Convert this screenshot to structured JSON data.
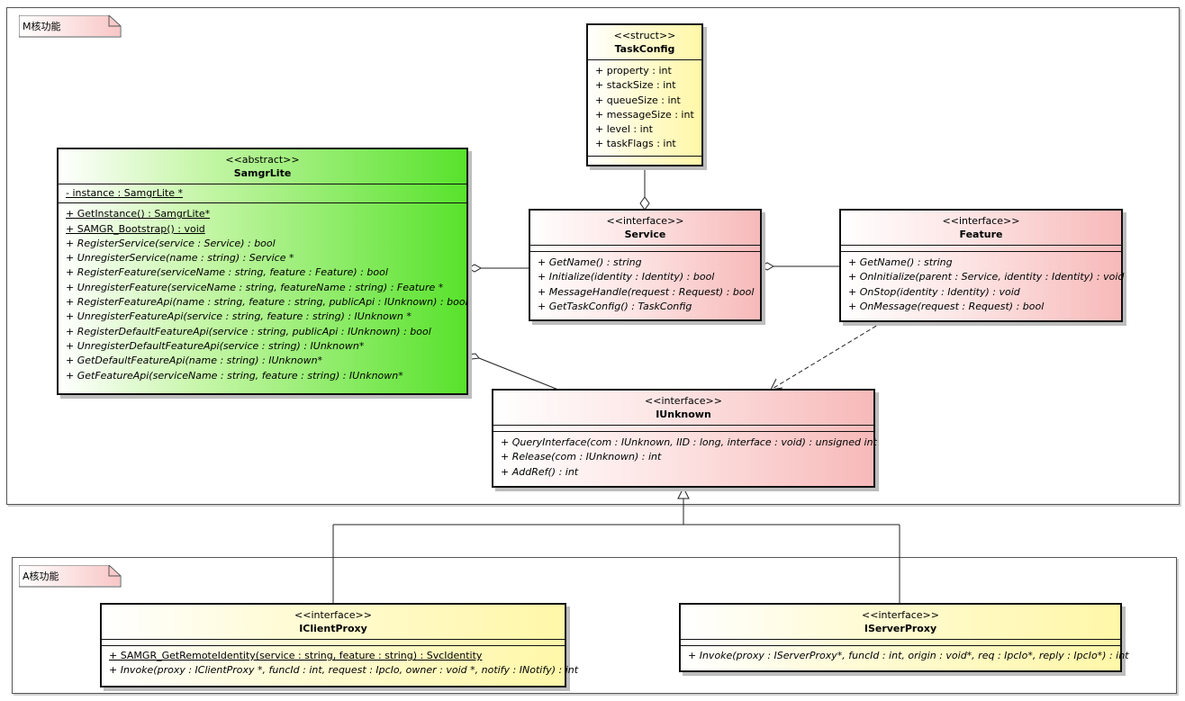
{
  "packages": [
    {
      "id": "m",
      "label": "M核功能"
    },
    {
      "id": "a",
      "label": "A核功能"
    }
  ],
  "classes": {
    "taskconfig": {
      "stereotype": "<<struct>>",
      "name": "TaskConfig",
      "attributes": [
        "+ property : int",
        "+ stackSize : int",
        "+ queueSize : int",
        "+ messageSize : int",
        "+ level : int",
        "+ taskFlags : int"
      ],
      "operations": []
    },
    "samgrlite": {
      "stereotype": "<<abstract>>",
      "name": "SamgrLite",
      "attributes": [
        "- instance : SamgrLite *"
      ],
      "operations": [
        "+ GetInstance() : SamgrLite*",
        "+ SAMGR_Bootstrap() : void",
        "+ RegisterService(service : Service) : bool",
        "+ UnregisterService(name : string) : Service *",
        "+ RegisterFeature(serviceName : string, feature : Feature) : bool",
        "+ UnregisterFeature(serviceName : string, featureName : string) : Feature *",
        "+ RegisterFeatureApi(name : string, feature : string, publicApi : IUnknown) : bool",
        "+ UnregisterFeatureApi(service : string, feature : string) : IUnknown *",
        "+ RegisterDefaultFeatureApi(service : string, publicApi : IUnknown) : bool",
        "+ UnregisterDefaultFeatureApi(service : string) : IUnknown*",
        "+ GetDefaultFeatureApi(name : string) : IUnknown*",
        "+ GetFeatureApi(serviceName : string, feature : string) : IUnknown*"
      ]
    },
    "service": {
      "stereotype": "<<interface>>",
      "name": "Service",
      "attributes": [],
      "operations": [
        "+ GetName() : string",
        "+ Initialize(identity : Identity) : bool",
        "+ MessageHandle(request : Request) : bool",
        "+ GetTaskConfig() : TaskConfig"
      ]
    },
    "feature": {
      "stereotype": "<<interface>>",
      "name": "Feature",
      "attributes": [],
      "operations": [
        "+ GetName() : string",
        "+ OnInitialize(parent : Service, identity : Identity) : void",
        "+ OnStop(identity : Identity) : void",
        "+ OnMessage(request : Request) : bool"
      ]
    },
    "iunknown": {
      "stereotype": "<<interface>>",
      "name": "IUnknown",
      "attributes": [],
      "operations": [
        "+ QueryInterface(com : IUnknown, IID : long, interface : void) : unsigned int",
        "+ Release(com : IUnknown) : int",
        "+ AddRef() : int"
      ]
    },
    "iclientproxy": {
      "stereotype": "<<interface>>",
      "name": "IClientProxy",
      "attributes": [],
      "operations": [
        "+ SAMGR_GetRemoteIdentity(service : string, feature : string) : SvcIdentity",
        "+ Invoke(proxy : IClientProxy *, funcId : int, request : IpcIo, owner : void *, notify : INotify) : int"
      ]
    },
    "iserverproxy": {
      "stereotype": "<<interface>>",
      "name": "IServerProxy",
      "attributes": [],
      "operations": [
        "+ Invoke(proxy : IServerProxy*, funcId : int, origin : void*, req : IpcIo*, reply : IpcIo*) : int"
      ]
    }
  },
  "colors": {
    "interface_fill": "#f7b9b9",
    "struct_fill": "#fff7a8",
    "abstract_fill": "#58e22c",
    "note_fill": "#f9c6c6"
  }
}
